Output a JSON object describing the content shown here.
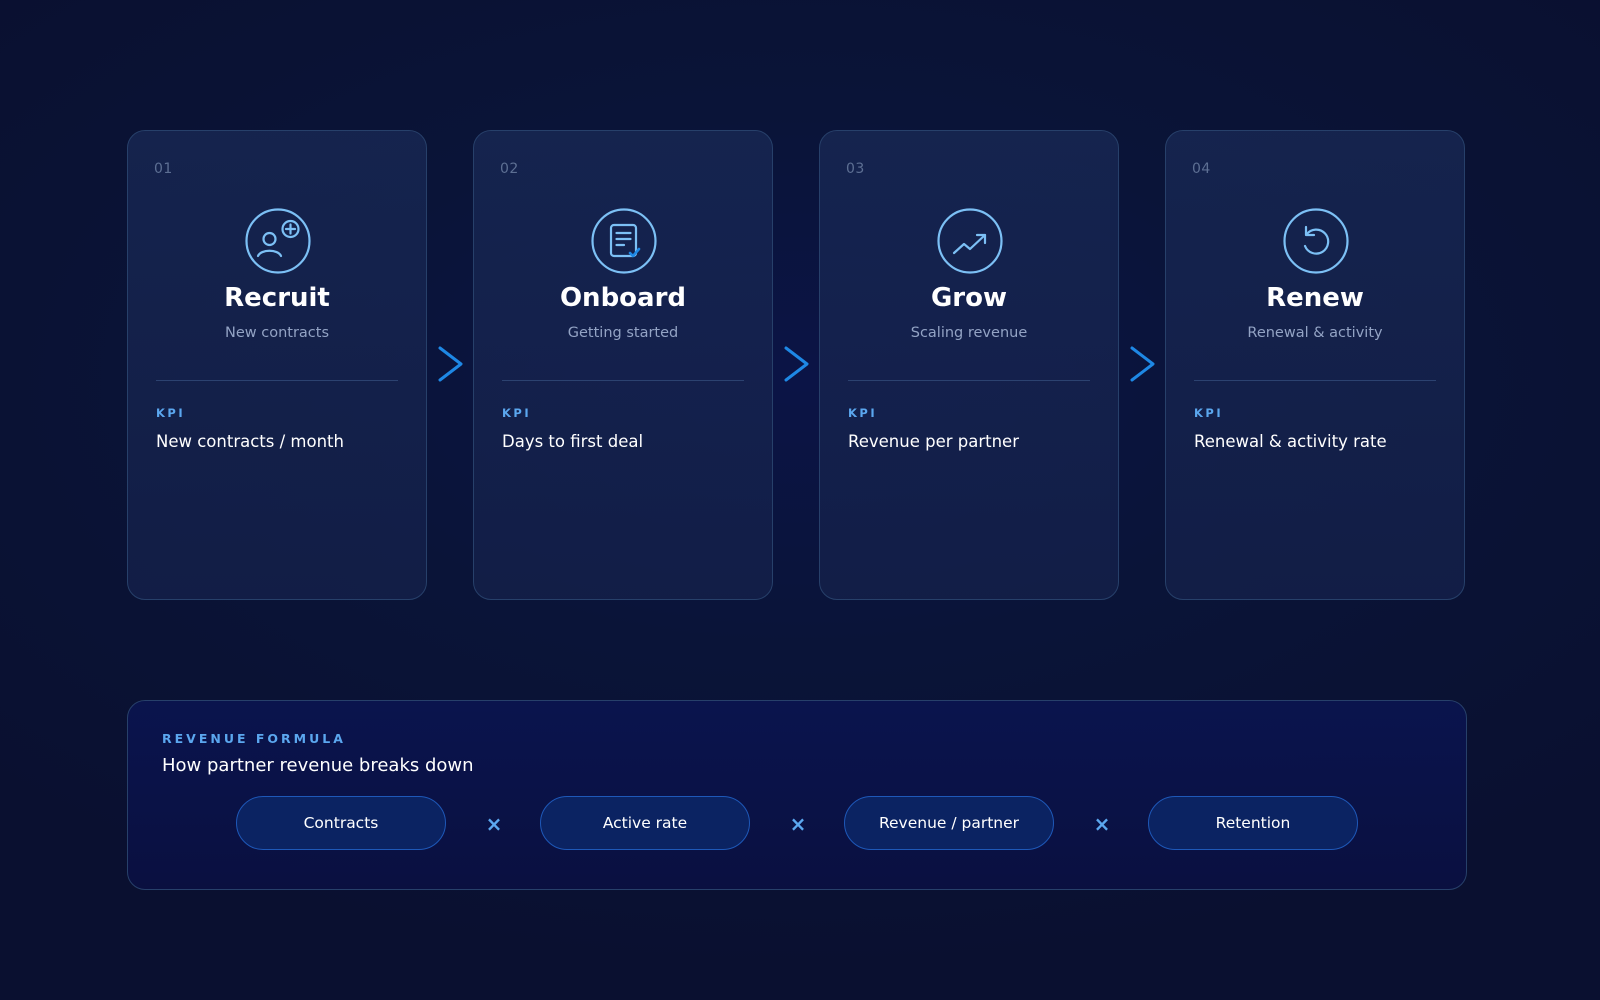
{
  "stages": [
    {
      "num": "01",
      "title": "Recruit",
      "subtitle": "New contracts",
      "kpi_label": "KPI",
      "kpi": "New contracts / month",
      "icon": "add-person-icon"
    },
    {
      "num": "02",
      "title": "Onboard",
      "subtitle": "Getting started",
      "kpi_label": "KPI",
      "kpi": "Days to first deal",
      "icon": "document-check-icon"
    },
    {
      "num": "03",
      "title": "Grow",
      "subtitle": "Scaling revenue",
      "kpi_label": "KPI",
      "kpi": "Revenue per partner",
      "icon": "trend-up-icon"
    },
    {
      "num": "04",
      "title": "Renew",
      "subtitle": "Renewal & activity",
      "kpi_label": "KPI",
      "kpi": "Renewal & activity rate",
      "icon": "refresh-icon"
    }
  ],
  "formula": {
    "label": "REVENUE FORMULA",
    "title": "How partner revenue breaks down",
    "terms": [
      "Contracts",
      "Active rate",
      "Revenue / partner",
      "Retention"
    ],
    "operator": "×"
  },
  "colors": {
    "accent": "#5ba7ef",
    "chevron": "#1e88e5",
    "icon_stroke": "#7cc0f5",
    "card_border": "#27406a",
    "background": "#0a1030"
  }
}
